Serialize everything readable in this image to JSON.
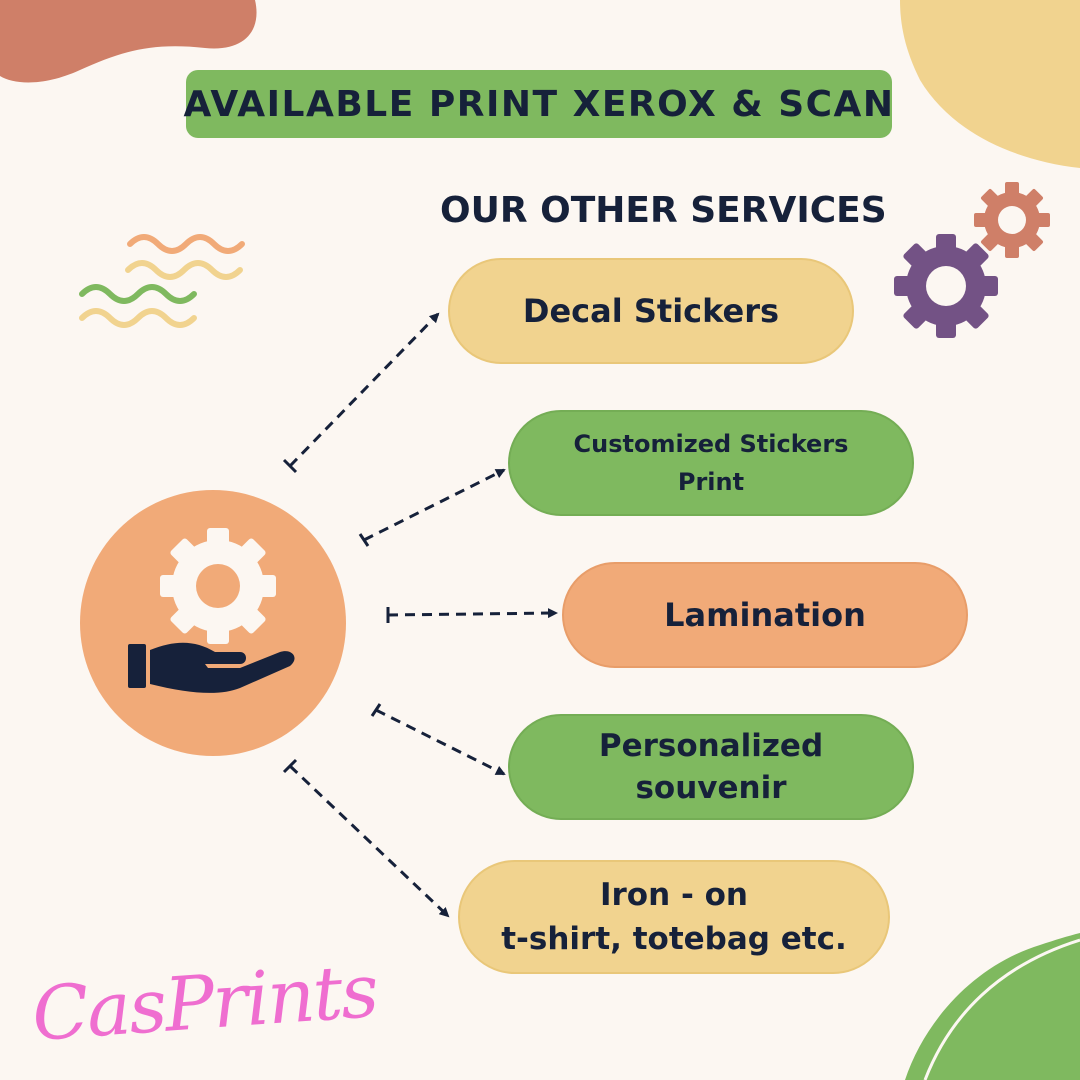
{
  "banner": {
    "text": "AVAILABLE PRINT XEROX & SCAN"
  },
  "subtitle": "OUR OTHER SERVICES",
  "services": [
    {
      "label": "Decal Stickers",
      "color": "#f1d38f"
    },
    {
      "label": "Customized Stickers\nPrint",
      "color": "#7fb95f"
    },
    {
      "label": "Lamination",
      "color": "#f1aa78"
    },
    {
      "label": "Personalized\nsouvenir",
      "color": "#7fb95f"
    },
    {
      "label": "Iron - on\nt-shirt, totebag etc.",
      "color": "#f1d38f"
    }
  ],
  "hub": {
    "icon": "hand-gear-icon",
    "color": "#f1aa78"
  },
  "brand": "CasPrints",
  "colors": {
    "background": "#fcf7f2",
    "text": "#16213a",
    "green": "#7fb95f",
    "yellow": "#f1d38f",
    "orange": "#f1aa78",
    "terracotta": "#cf7f68",
    "purple": "#735285",
    "pink": "#ef6ed0"
  }
}
